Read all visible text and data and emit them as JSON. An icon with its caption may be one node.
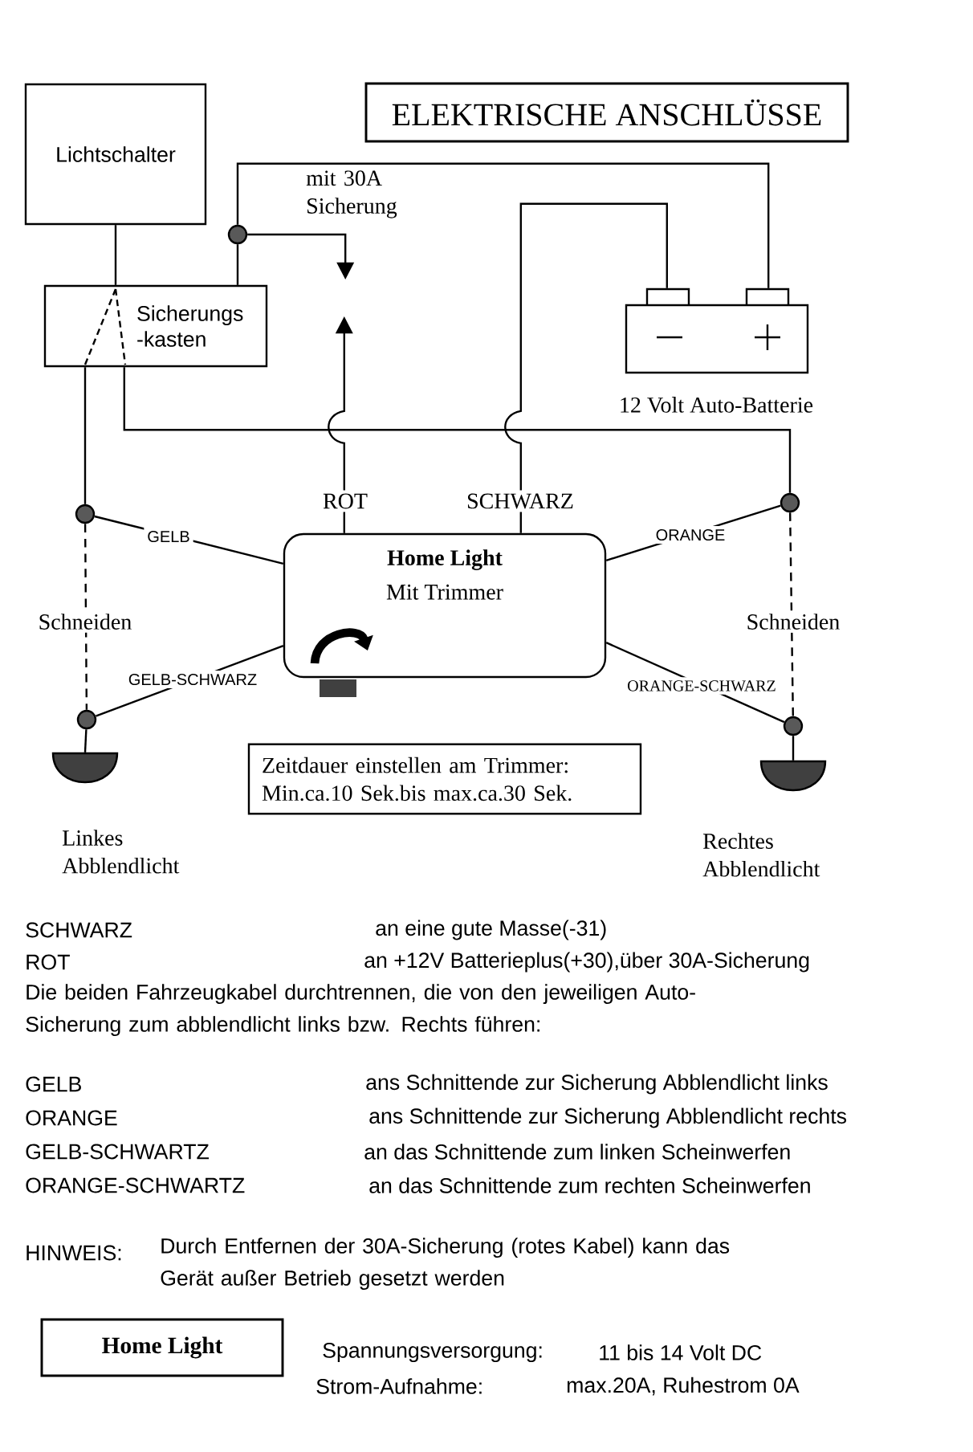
{
  "diagram": {
    "title": "ELEKTRISCHE ANSCHLÜSSE",
    "nodes": [
      {
        "text": [
          "Lichtschalter"
        ]
      },
      {
        "text": [
          "Sicherungs -kasten"
        ]
      },
      {
        "text": [
          "12 Volt Auto-Batterie"
        ]
      },
      {
        "text": [
          "Home Light",
          "Mit Trimmer"
        ]
      },
      {
        "text": [
          "Zeitdauer einstellen am Trimmer: Min.ca.10 Sek.bis max.ca.30 Sek."
        ]
      },
      {
        "text": [
          "Linkes Abblendlicht"
        ]
      },
      {
        "text": [
          "Rechtes Abblendlicht"
        ]
      },
      {
        "text": [
          "Home Light"
        ]
      },
      {
        "text": [],
        "shape": "circle"
      },
      {
        "text": [],
        "shape": "circle"
      },
      {
        "text": [],
        "shape": "circle"
      },
      {
        "text": [],
        "shape": "circle"
      },
      {
        "text": [],
        "shape": "circle"
      }
    ],
    "edges": [
      {
        "from": 0,
        "to": 1,
        "arrow": "none"
      },
      {
        "from": 1,
        "to": 9,
        "arrow": "none"
      },
      {
        "from": 1,
        "to": 11,
        "arrow": "none"
      },
      {
        "from": 1,
        "to": 8,
        "arrow": "none"
      },
      {
        "from": 8,
        "to": 2,
        "arrow": "none"
      },
      {
        "from": 8,
        "to": null,
        "arrow": "to",
        "label": "mit 30A Sicherung"
      },
      {
        "from": 3,
        "to": null,
        "arrow": "to",
        "label": "ROT"
      },
      {
        "from": 3,
        "to": 2,
        "arrow": "none",
        "label": "SCHWARZ"
      },
      {
        "from": 3,
        "to": 9,
        "arrow": "none",
        "label": "GELB"
      },
      {
        "from": 9,
        "to": 10,
        "arrow": "none",
        "label": "Schneiden",
        "style": "dashed"
      },
      {
        "from": 3,
        "to": 10,
        "arrow": "none",
        "label": "GELB-SCHWARZ"
      },
      {
        "from": 10,
        "to": 5,
        "arrow": "none"
      },
      {
        "from": 3,
        "to": 11,
        "arrow": "none",
        "label": "ORANGE"
      },
      {
        "from": 3,
        "to": 12,
        "arrow": "none",
        "label": "ORANGE-SCHWARZ"
      },
      {
        "from": 11,
        "to": 12,
        "arrow": "none",
        "label": "Schneiden",
        "style": "dashed"
      },
      {
        "from": 12,
        "to": 6,
        "arrow": "none"
      }
    ],
    "labels": [
      "SCHWARZ",
      "an eine gute Masse(-31)",
      "ROT",
      "an +12V Batterieplus(+30),über 30A-Sicherung",
      "Die beiden Fahrzeugkabel durchtrennen, die von den jeweiligen Auto-Sicherung zum abblendlicht links bzw. Rechts führen:",
      "GELB",
      "ans Schnittende zur Sicherung Abblendlicht links",
      "ORANGE",
      "ans Schnittende zur Sicherung Abblendlicht rechts",
      "GELB-SCHWARTZ",
      "an das Schnittende zum linken Scheinwerfen",
      "ORANGE-SCHWARTZ",
      "an das Schnittende zum rechten Scheinwerfen",
      "HINWEIS:",
      "Durch Entfernen der 30A-Sicherung (rotes Kabel) kann das Gerät außer Betrieb gesetzt werden",
      "Spannungsversorgung:",
      "11 bis 14 Volt DC",
      "Strom-Aufnahme:",
      "max.20A, Ruhestrom 0A"
    ]
  }
}
